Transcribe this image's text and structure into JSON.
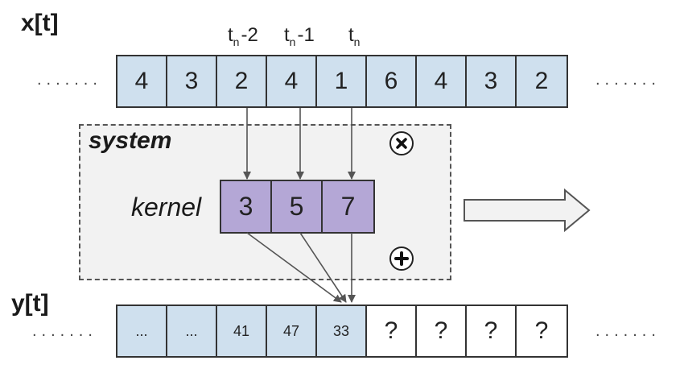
{
  "labels": {
    "x": "x[t]",
    "y": "y[t]",
    "system": "system",
    "kernel": "kernel"
  },
  "time_labels": [
    {
      "base": "t",
      "sub": "n",
      "suffix": "-2"
    },
    {
      "base": "t",
      "sub": "n",
      "suffix": "-1"
    },
    {
      "base": "t",
      "sub": "n",
      "suffix": ""
    }
  ],
  "dots": ".......",
  "x_values": [
    "4",
    "3",
    "2",
    "4",
    "1",
    "6",
    "4",
    "3",
    "2"
  ],
  "kernel_values": [
    "3",
    "5",
    "7"
  ],
  "y_values": [
    "...",
    "...",
    "41",
    "47",
    "33",
    "?",
    "?",
    "?",
    "?"
  ],
  "operators": [
    "multiply-icon",
    "plus-icon"
  ],
  "colors": {
    "input_cell": "#cfe0ee",
    "kernel_cell": "#b4a7d6",
    "system_bg": "#f2f2f2",
    "arrow": "#555555"
  }
}
